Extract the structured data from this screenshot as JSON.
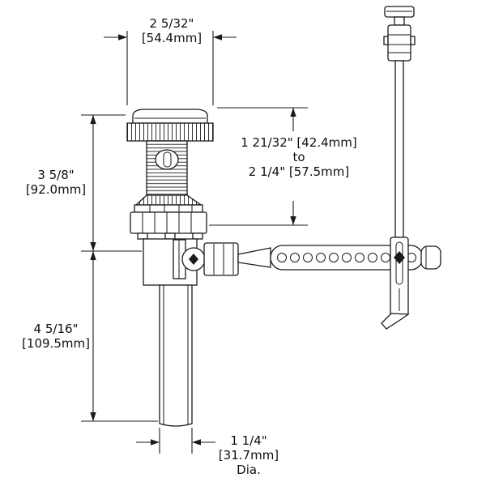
{
  "diagram": {
    "type": "plumbing-spec-drawing",
    "subject": "pop-up sink drain assembly with lift rod",
    "line_color": "#1a1a1a",
    "background_color": "#ffffff",
    "dimensions": {
      "top_width": {
        "value": "2 5/32\"",
        "metric": "[54.4mm]"
      },
      "upper_height": {
        "value": "3 5/8\"",
        "metric": "[92.0mm]"
      },
      "adjustable_range": {
        "line1": "1 21/32\" [42.4mm]",
        "line2": "to",
        "line3": "2 1/4\" [57.5mm]"
      },
      "lower_height": {
        "value": "4 5/16\"",
        "metric": "[109.5mm]"
      },
      "bottom_diameter": {
        "value": "1 1/4\"",
        "metric": "[31.7mm]",
        "suffix": "Dia."
      }
    }
  }
}
